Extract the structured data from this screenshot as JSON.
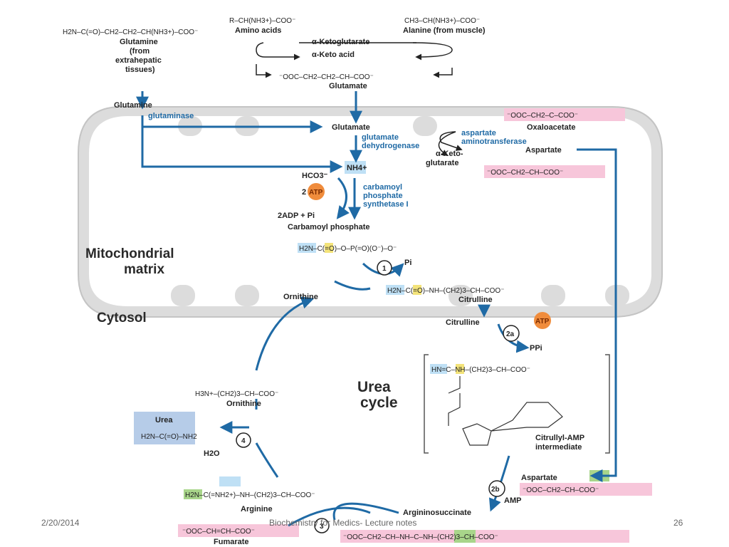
{
  "labels": {
    "glutamine_ext_formula": "H2N–C(=O)–CH2–CH2–CH(NH3+)–COO⁻",
    "glutamine_ext_name": "Glutamine",
    "glutamine_ext_sub1": "(from",
    "glutamine_ext_sub2": "extrahepatic",
    "glutamine_ext_sub3": "tissues)",
    "amino_acids_formula": "R–CH(NH3+)–COO⁻",
    "amino_acids": "Amino acids",
    "alanine_formula": "CH3–CH(NH3+)–COO⁻",
    "alanine": "Alanine (from muscle)",
    "akg_top": "α-Ketoglutarate",
    "aketoacid": "α-Keto acid",
    "glutamate_formula": "⁻OOC–CH2–CH2–CH–COO⁻",
    "glutamate_top": "Glutamate",
    "glutamine_mito": "Glutamine",
    "glutaminase": "glutaminase",
    "glutamate_mito": "Glutamate",
    "glutamate_dh_1": "glutamate",
    "glutamate_dh_2": "dehydrogenase",
    "akg_mito_1": "α-Keto-",
    "akg_mito_2": "glutarate",
    "oxaloacetate_formula": "⁻OOC–CH2–C–COO⁻",
    "oxaloacetate": "Oxaloacetate",
    "asp_amino_1": "aspartate",
    "asp_amino_2": "aminotransferase",
    "aspartate_mito": "Aspartate",
    "aspartate_mito_formula": "⁻OOC–CH2–CH–COO⁻",
    "nh4": "NH4+",
    "hco3": "HCO3⁻",
    "two_atp_coef": "2",
    "atp": "ATP",
    "cps_1": "carbamoyl",
    "cps_2": "phosphate",
    "cps_3": "synthetase I",
    "adp": "2ADP + Pi",
    "carbamoyl_phosphate": "Carbamoyl phosphate",
    "carbamoyl_formula": "H2N–C(=O)–O–P(=O)(O⁻)–O⁻",
    "mito_1": "Mitochondrial",
    "mito_2": "matrix",
    "cytosol": "Cytosol",
    "pi": "Pi",
    "ornithine_mito": "Ornithine",
    "citrulline_formula": "H2N–C(=O)–NH–(CH2)3–CH–COO⁻",
    "citrulline_mito": "Citrulline",
    "citrulline_cyto": "Citrulline",
    "ppi": "PPi",
    "citrullyl_formula": "HN=C–NH–(CH2)3–CH–COO⁻",
    "citrullyl_1": "Citrullyl-AMP",
    "citrullyl_2": "intermediate",
    "urea_cycle_1": "Urea",
    "urea_cycle_2": "cycle",
    "ornithine_cyto_formula": "H3N+–(CH2)3–CH–COO⁻",
    "ornithine_cyto": "Ornithine",
    "urea": "Urea",
    "urea_formula": "H2N–C(=O)–NH2",
    "h2o": "H2O",
    "arginine_formula": "H2N–C(=NH2+)–NH–(CH2)3–CH–COO⁻",
    "arginine": "Arginine",
    "aspartate_cyto": "Aspartate",
    "aspartate_cyto_formula": "⁻OOC–CH2–CH–COO⁻",
    "amp": "AMP",
    "argininosuccinate": "Argininosuccinate",
    "argsucc_formula": "⁻OOC–CH2–CH–NH–C–NH–(CH2)3–CH–COO⁻",
    "fumarate_formula": "⁻OOC–CH=CH–COO⁻",
    "fumarate": "Fumarate",
    "step1": "1",
    "step2a": "2a",
    "step2b": "2b",
    "step3": "3",
    "step4": "4"
  },
  "footer": {
    "date": "2/20/2014",
    "title": "Biochemistry for Medics- Lecture notes",
    "page": "26"
  },
  "colors": {
    "arrow": "#1f6aa5",
    "atp": "#f08c3c",
    "pink": "#f7c6da",
    "blue_hl": "#bfe0f5",
    "green_hl": "#a8d58a",
    "yellow_hl": "#f3e37a",
    "urea_box": "#b6cce8",
    "mito": "#dcdcdc"
  }
}
